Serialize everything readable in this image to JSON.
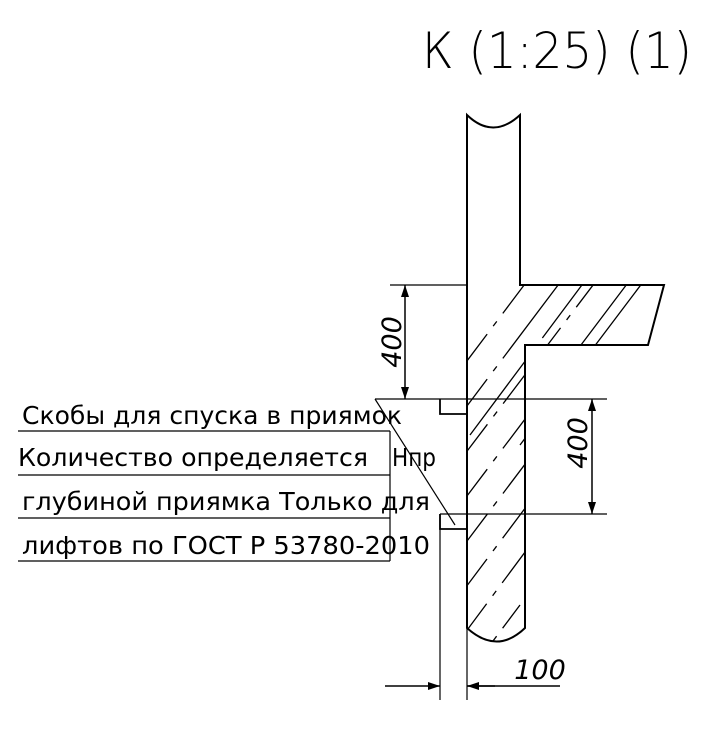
{
  "drawing": {
    "title": "К (1:25) (1)",
    "note_lines": [
      "Скобы для спуска в приямок",
      "Количество определяется",
      "глубиной приямка Только для",
      "лифтов по ГОСТ Р 53780-2010"
    ],
    "label_npr": "Нпр",
    "dimensions": {
      "upper_height": "400",
      "lower_height": "400",
      "bracket_width": "100"
    },
    "colors": {
      "line": "#000000",
      "background": "#ffffff"
    }
  }
}
